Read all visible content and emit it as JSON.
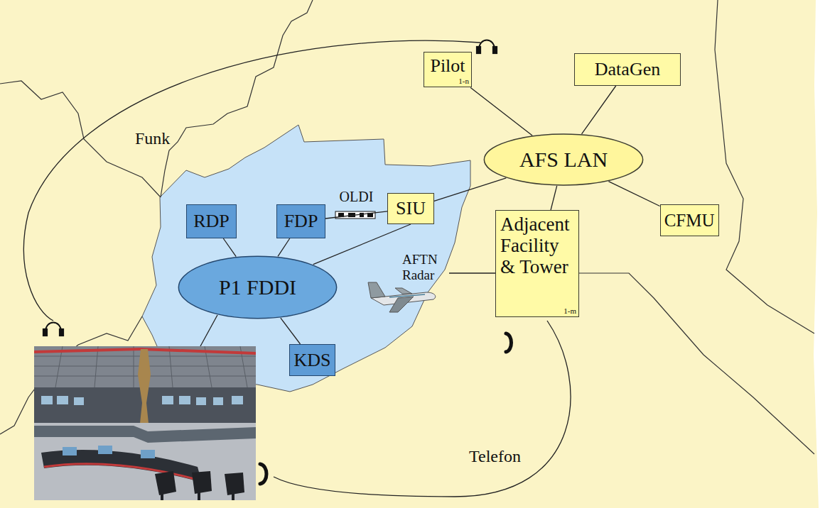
{
  "diagram": {
    "nodes": [
      {
        "text": [
          "Pilot",
          "1-n"
        ]
      },
      {
        "text": [
          "DataGen"
        ]
      },
      {
        "text": [
          "AFS LAN"
        ]
      },
      {
        "text": [
          "SIU"
        ]
      },
      {
        "text": [
          "RDP"
        ]
      },
      {
        "text": [
          "FDP"
        ]
      },
      {
        "text": [
          "CFMU"
        ]
      },
      {
        "text": [
          "Adjacent Facility & Tower",
          "1-m"
        ]
      },
      {
        "text": [
          "P1 FDDI"
        ]
      },
      {
        "text": [
          "KDS"
        ]
      }
    ],
    "edges": [
      {
        "from": 0,
        "to": 2,
        "arrow": "none"
      },
      {
        "from": 1,
        "to": 2,
        "arrow": "none"
      },
      {
        "from": 2,
        "to": 3,
        "arrow": "none"
      },
      {
        "from": 2,
        "to": 6,
        "arrow": "none"
      },
      {
        "from": 2,
        "to": 7,
        "arrow": "none"
      },
      {
        "from": 5,
        "to": 3,
        "label": "OLDI",
        "arrow": "none"
      },
      {
        "from": 4,
        "to": 8,
        "arrow": "none"
      },
      {
        "from": 5,
        "to": 8,
        "arrow": "none"
      },
      {
        "from": 8,
        "to": 3,
        "arrow": "none"
      },
      {
        "from": 8,
        "to": 9,
        "arrow": "none"
      }
    ],
    "labels": [
      "Funk",
      "AFTN Radar",
      "Telefon"
    ]
  }
}
